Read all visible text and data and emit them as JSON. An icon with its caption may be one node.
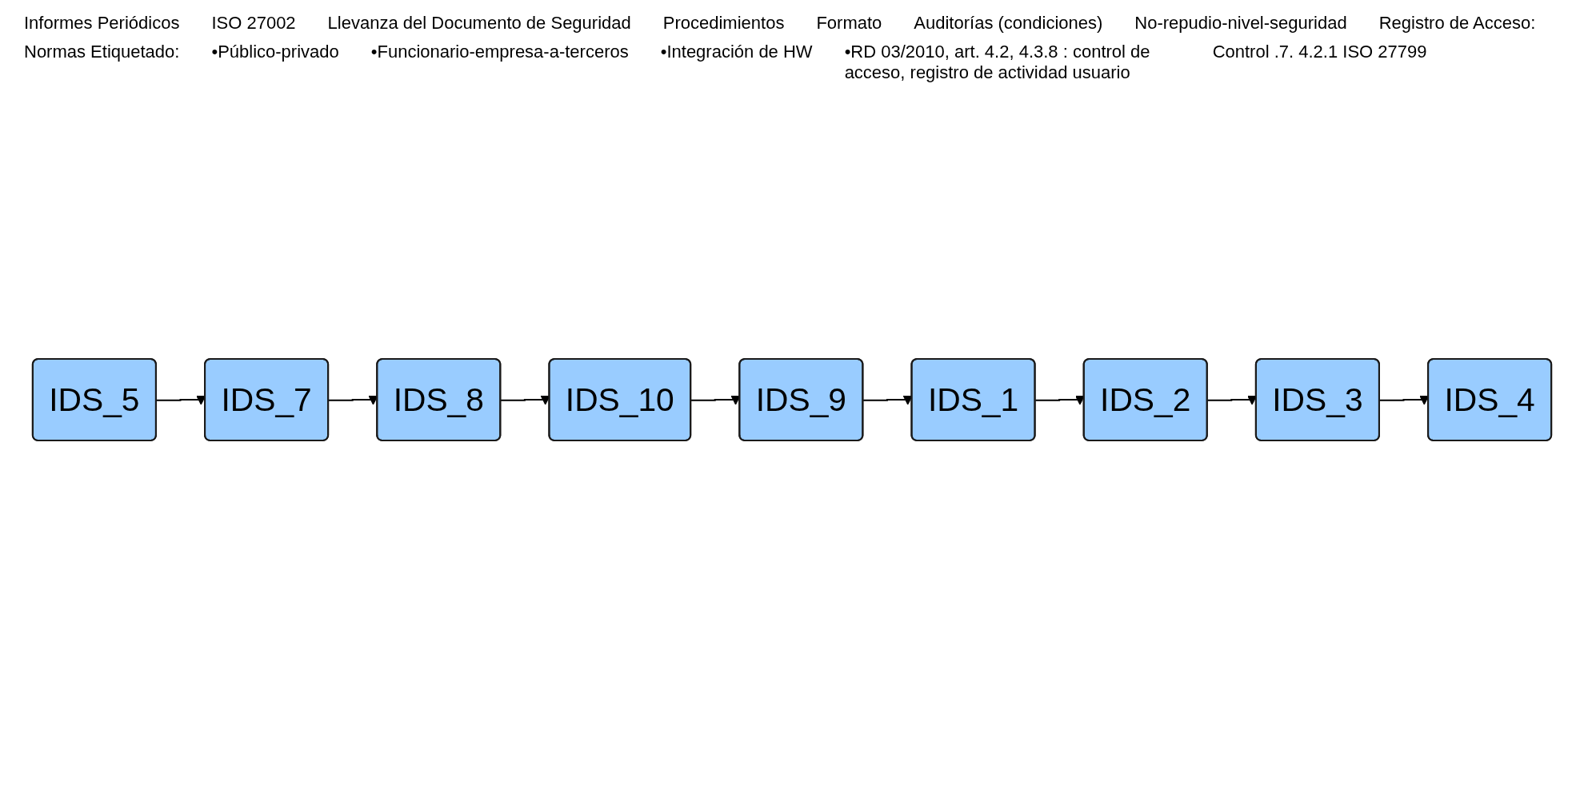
{
  "diagram": {
    "nodes": [
      {
        "text": [
          "IDS_5"
        ]
      },
      {
        "text": [
          "IDS_7"
        ]
      },
      {
        "text": [
          "IDS_8"
        ]
      },
      {
        "text": [
          "IDS_10"
        ]
      },
      {
        "text": [
          "IDS_9"
        ]
      },
      {
        "text": [
          "IDS_1"
        ]
      },
      {
        "text": [
          "IDS_2"
        ]
      },
      {
        "text": [
          "IDS_3"
        ]
      },
      {
        "text": [
          "IDS_4"
        ]
      }
    ],
    "edges": [
      {
        "from": 0,
        "to": 1,
        "arrow": "to"
      },
      {
        "from": 1,
        "to": 2,
        "arrow": "to"
      },
      {
        "from": 2,
        "to": 3,
        "arrow": "to"
      },
      {
        "from": 3,
        "to": 4,
        "arrow": "to"
      },
      {
        "from": 4,
        "to": 5,
        "arrow": "to"
      },
      {
        "from": 5,
        "to": 6,
        "arrow": "to"
      },
      {
        "from": 6,
        "to": 7,
        "arrow": "to"
      },
      {
        "from": 7,
        "to": 8,
        "arrow": "to"
      }
    ],
    "labels": [
      "Informes Periódicos",
      "ISO 27002",
      "Llevanza del Documento de Seguridad",
      "Procedimientos",
      "Formato",
      "Auditorías (condiciones)",
      "No-repudio-nivel-seguridad",
      "Registro de Acceso:",
      "Normas Etiquetado:",
      "•Público-privado",
      "•Funcionario-empresa-a-terceros",
      "•Integración de HW",
      "•RD 03/2010, art. 4.2, 4.3.8 : control de acceso, registro de actividad usuario",
      "Control .7. 4.2.1 ISO 27799"
    ]
  }
}
